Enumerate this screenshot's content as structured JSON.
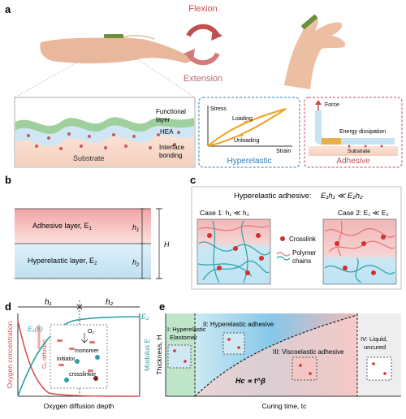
{
  "panel_a": {
    "label": "a",
    "flexion": "Flexion",
    "extension": "Extension",
    "functional_layer_l1": "Functional",
    "functional_layer_l2": "layer",
    "hea": "HEA",
    "substrate": "Substrate",
    "interface_bonding_l1": "Interface",
    "interface_bonding_l2": "bonding",
    "stress": "Stress",
    "strain": "Strain",
    "loading": "Loading",
    "unloading": "Unloading",
    "hyperelastic": "Hyperelastic",
    "force": "Force",
    "energy_dissipation": "Energy dissipation",
    "substrate_small": "Substrate",
    "adhesive": "Adhesive",
    "colors": {
      "flexion": "#c0504d",
      "extension": "#b76a6f",
      "hyperelastic": "#2f7fb8",
      "adhesive": "#c04a55"
    }
  },
  "panel_b": {
    "label": "b",
    "adhesive_layer": "Adhesive layer, E",
    "adhesive_sub": "1",
    "hyperelastic_layer": "Hyperelastic layer, E",
    "hyperelastic_sub": "2",
    "h1": "h",
    "h1_sub": "1",
    "h2": "h",
    "h2_sub": "2",
    "H": "H"
  },
  "panel_c": {
    "label": "c",
    "title": "Hyperelastic adhesive:",
    "formula": "E₁h₁ ≪ E₂h₂",
    "case1": "Case 1: h₁ ≪ h₂",
    "case2": "Case 2: E₁ ≪ E₂",
    "crosslink": "Crosslink",
    "polymer": "Polymer",
    "chains": "chains"
  },
  "panel_d": {
    "label": "d",
    "h1": "h₁",
    "h2": "h₂",
    "e1h": "E₁(h)",
    "e2": "E₂",
    "o2": "O₂",
    "monomer": "monomer",
    "initiator": "initiator",
    "crosslinker": "crosslinker",
    "o2_diffusion": "O₂ diffusion",
    "y_left": "Oxygen concentration",
    "y_right": "Modulus E",
    "x_label": "Oxygen diffusion depth"
  },
  "panel_e": {
    "label": "e",
    "region1_l1": "I: Hyperelastic",
    "region1_l2": "Elastomer",
    "region2": "II: Hyperelastic adhesive",
    "region3": "III: Viscoelastic adhesive",
    "region4_l1": "IV: Liquid,",
    "region4_l2": "uncured",
    "law": "Hc ∝ t^β",
    "y_label": "Thickness, H",
    "x_label": "Curing time, tc"
  }
}
